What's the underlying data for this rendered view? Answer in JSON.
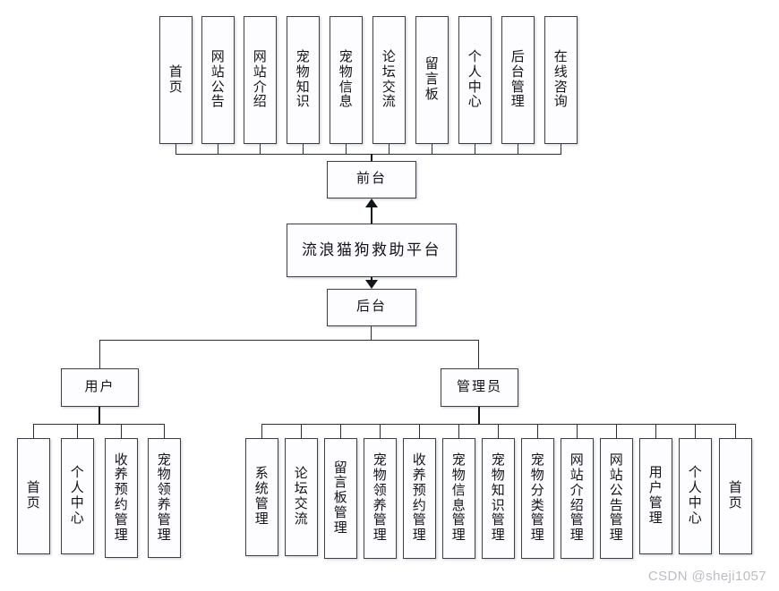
{
  "diagram": {
    "title": "流浪猫狗救助平台",
    "root": {
      "label": "流浪猫狗救助平台"
    },
    "frontend": {
      "label": "前台"
    },
    "backend": {
      "label": "后台"
    },
    "roles": {
      "user": {
        "label": "用户"
      },
      "admin": {
        "label": "管理员"
      }
    },
    "frontend_modules": [
      {
        "label": "首页"
      },
      {
        "label": "网站公告"
      },
      {
        "label": "网站介绍"
      },
      {
        "label": "宠物知识"
      },
      {
        "label": "宠物信息"
      },
      {
        "label": "论坛交流"
      },
      {
        "label": "留言板"
      },
      {
        "label": "个人中心"
      },
      {
        "label": "后台管理"
      },
      {
        "label": "在线咨询"
      }
    ],
    "user_modules": [
      {
        "label": "首页"
      },
      {
        "label": "个人中心"
      },
      {
        "label": "收养预约管理"
      },
      {
        "label": "宠物领养管理"
      }
    ],
    "admin_modules": [
      {
        "label": "系统管理"
      },
      {
        "label": "论坛交流"
      },
      {
        "label": "留言板管理"
      },
      {
        "label": "宠物领养管理"
      },
      {
        "label": "收养预约管理"
      },
      {
        "label": "宠物信息管理"
      },
      {
        "label": "宠物知识管理"
      },
      {
        "label": "宠物分类管理"
      },
      {
        "label": "网站介绍管理"
      },
      {
        "label": "网站公告管理"
      },
      {
        "label": "用户管理"
      },
      {
        "label": "个人中心"
      },
      {
        "label": "首页"
      }
    ]
  },
  "watermark": {
    "text": "CSDN @sheji1057"
  },
  "colors": {
    "stroke": "#2b2f34",
    "box_fill": "#fdfdff",
    "text": "#12131a",
    "watermark": "#b9bdc2"
  }
}
